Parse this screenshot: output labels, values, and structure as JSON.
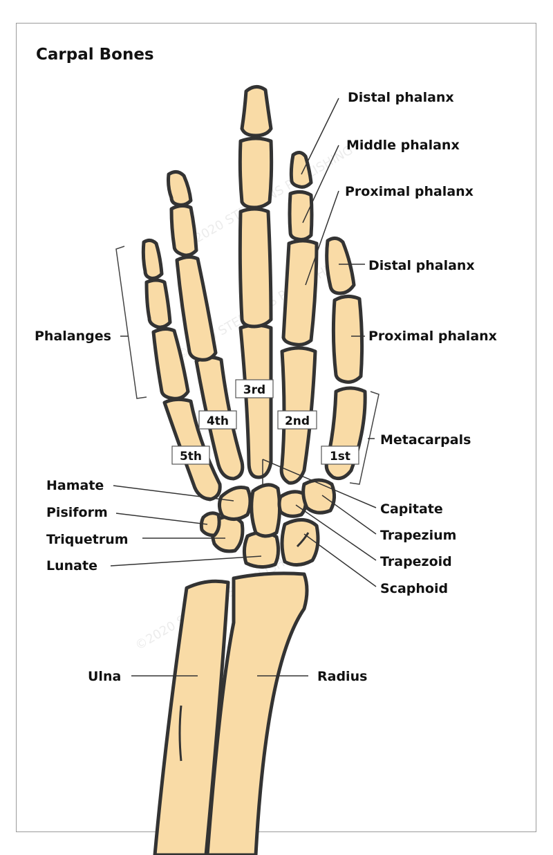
{
  "title": "Carpal Bones",
  "watermark": "©2020 STEPHENS PUBLISHING",
  "labels": {
    "distal_phalanx": "Distal phalanx",
    "middle_phalanx": "Middle phalanx",
    "proximal_phalanx": "Proximal phalanx",
    "thumb_distal_phalanx": "Distal phalanx",
    "thumb_proximal_phalanx": "Proximal phalanx",
    "phalanges": "Phalanges",
    "metacarpals": "Metacarpals",
    "hamate": "Hamate",
    "pisiform": "Pisiform",
    "triquetrum": "Triquetrum",
    "lunate": "Lunate",
    "capitate": "Capitate",
    "trapezium": "Trapezium",
    "trapezoid": "Trapezoid",
    "scaphoid": "Scaphoid",
    "ulna": "Ulna",
    "radius": "Radius"
  },
  "metacarpal_tags": {
    "first": "1st",
    "second": "2nd",
    "third": "3rd",
    "fourth": "4th",
    "fifth": "5th"
  },
  "colors": {
    "bone_fill": "#f9dba6",
    "bone_outline": "#333333",
    "text": "#111111"
  }
}
